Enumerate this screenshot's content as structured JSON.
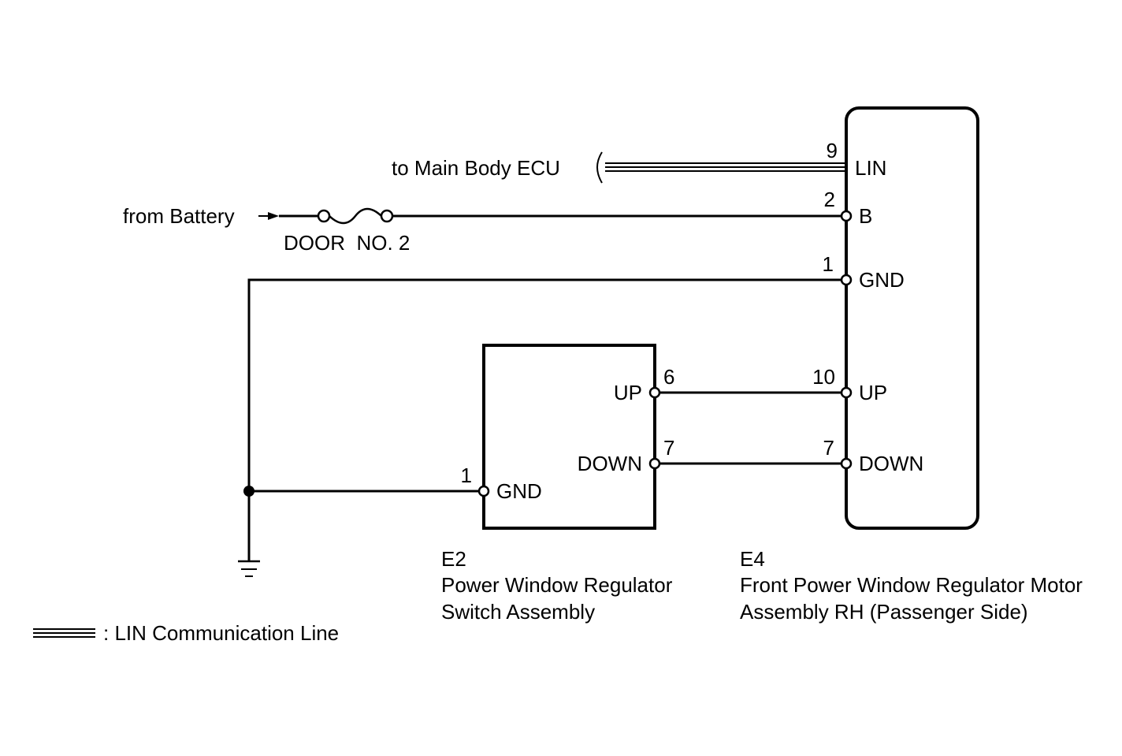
{
  "labels": {
    "to_ecu": "to Main Body ECU",
    "from_battery": "from Battery",
    "fuse_name": "DOOR  NO. 2",
    "legend_text": ": LIN Communication Line"
  },
  "e4": {
    "code": "E4",
    "name_line1": "Front Power Window Regulator Motor",
    "name_line2": "Assembly RH (Passenger Side)",
    "pins": {
      "lin": {
        "num": "9",
        "label": "LIN"
      },
      "b": {
        "num": "2",
        "label": "B"
      },
      "gnd": {
        "num": "1",
        "label": "GND"
      },
      "up": {
        "num": "10",
        "label": "UP"
      },
      "down": {
        "num": "7",
        "label": "DOWN"
      }
    }
  },
  "e2": {
    "code": "E2",
    "name_line1": "Power Window Regulator",
    "name_line2": "Switch Assembly",
    "pins": {
      "up": {
        "num": "6",
        "label": "UP"
      },
      "down": {
        "num": "7",
        "label": "DOWN"
      },
      "gnd": {
        "num": "1",
        "label": "GND"
      }
    }
  }
}
